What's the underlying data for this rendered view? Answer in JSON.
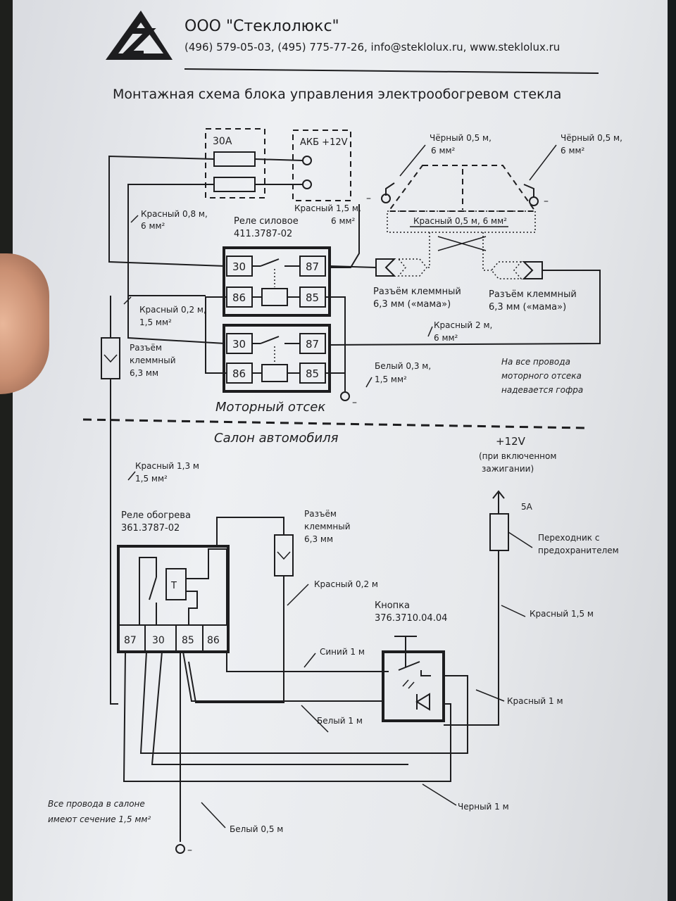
{
  "header": {
    "company": "ООО \"Стеклолюкс\"",
    "contacts": "(496) 579-05-03, (495) 775-77-26, info@steklolux.ru, www.steklolux.ru"
  },
  "title": "Монтажная схема блока управления электрообогревом стекла",
  "sections": {
    "engine": "Моторный отсек",
    "cabin": "Салон автомобиля"
  },
  "fuse_box": {
    "label": "30А"
  },
  "battery": {
    "label": "АКБ +12V"
  },
  "power_relay": {
    "name": "Реле силовое",
    "code": "411.3787-02"
  },
  "relay_pins": {
    "p30": "30",
    "p87": "87",
    "p86": "86",
    "p85": "85"
  },
  "heater_relay": {
    "name": "Реле обогрева",
    "code": "361.3787-02",
    "pins": [
      "87",
      "30",
      "85",
      "86"
    ],
    "t_label": "T"
  },
  "button": {
    "name": "Кнопка",
    "code": "376.3710.04.04"
  },
  "connectors": {
    "left_terminal_1": "Разъём клеммный",
    "left_terminal_2": "6,3 мм («мама»)",
    "right_terminal_1": "Разъём клеммный",
    "right_terminal_2": "6,3 мм («мама»)",
    "side_1": "Разъём",
    "side_2": "клеммный",
    "side_3": "6,3 мм",
    "cabin_1": "Разъём",
    "cabin_2": "клеммный",
    "cabin_3": "6,3 мм"
  },
  "fuse5": {
    "label": "5А",
    "adapter_1": "Переходник с",
    "adapter_2": "предохранителем"
  },
  "ignition": {
    "volt": "+12V",
    "line1": "(при включенном",
    "line2": "зажигании)"
  },
  "wires": {
    "black_left_1": "Чёрный 0,5 м,",
    "black_left_2": "6 мм²",
    "black_right_1": "Чёрный 0,5 м,",
    "black_right_2": "6 мм²",
    "red08_1": "Красный 0,8 м,",
    "red08_2": "6 мм²",
    "red15_1": "Красный 1,5 м,",
    "red15_2": "6 мм²",
    "red05": "Красный 0,5 м, 6 мм²",
    "red02_1": "Красный 0,2 м,",
    "red02_2": "1,5 мм²",
    "red2_1": "Красный 2 м,",
    "red2_2": "6 мм²",
    "white03_1": "Белый 0,3 м,",
    "white03_2": "1,5 мм²",
    "red13_1": "Красный 1,3 м",
    "red13_2": "1,5 мм²",
    "red02c": "Красный 0,2 м",
    "blue1": "Синий 1 м",
    "red1": "Красный 1 м",
    "white1": "Белый 1 м",
    "black1": "Черный 1 м",
    "white05": "Белый 0,5 м",
    "red15c": "Красный 1,5 м"
  },
  "notes": {
    "engine_1": "На все провода",
    "engine_2": "моторного отсека",
    "engine_3": "надевается гофра",
    "cabin_1": "Все провода в салоне",
    "cabin_2": "имеют сечение 1,5 мм²"
  },
  "symbols": {
    "minus": "–"
  }
}
